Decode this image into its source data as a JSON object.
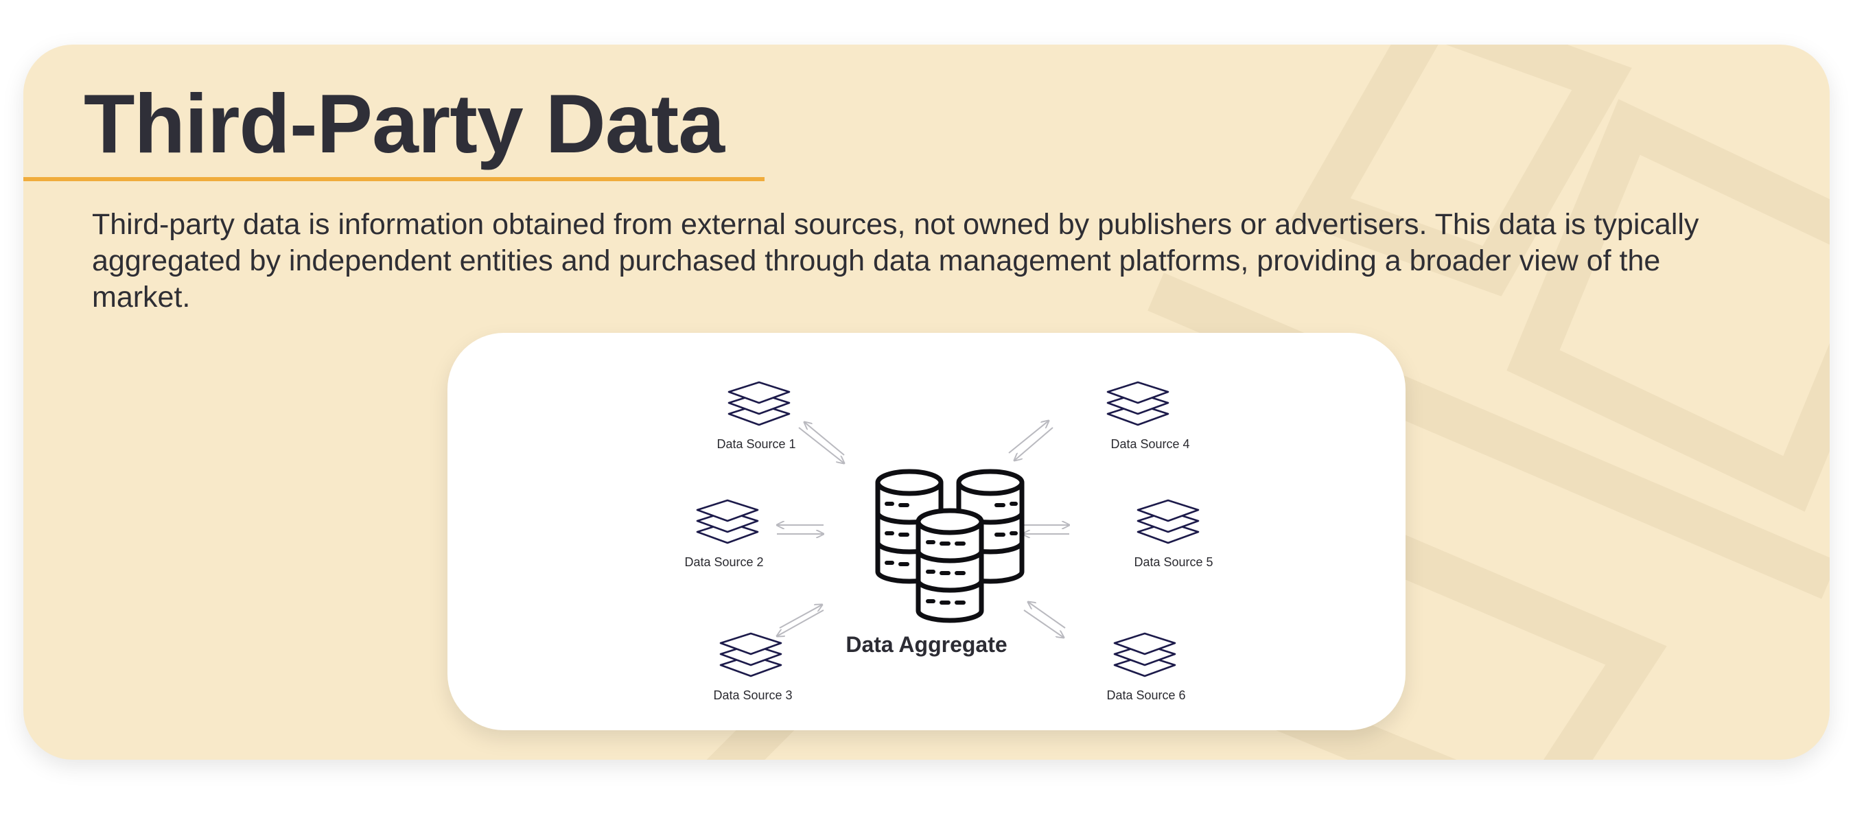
{
  "title": "Third-Party Data",
  "description": "Third-party data is information obtained from external sources, not owned by publishers or advertisers. This data is typically aggregated by independent entities and purchased through data management platforms, providing a broader view of the market.",
  "diagram": {
    "center_label": "Data Aggregate",
    "center_icon": "database-stack-icon",
    "source_icon": "layers-stack-icon",
    "arrow_icon": "bidirectional-arrow-icon",
    "sources": [
      {
        "label": "Data Source 1"
      },
      {
        "label": "Data Source 2"
      },
      {
        "label": "Data Source 3"
      },
      {
        "label": "Data Source 4"
      },
      {
        "label": "Data Source 5"
      },
      {
        "label": "Data Source 6"
      }
    ]
  },
  "colors": {
    "background": "#f8e9c9",
    "accent": "#f0ac3c",
    "title": "#2f2f38",
    "icon_stroke": "#1c1a4a",
    "arrow": "#b9b9bf"
  }
}
